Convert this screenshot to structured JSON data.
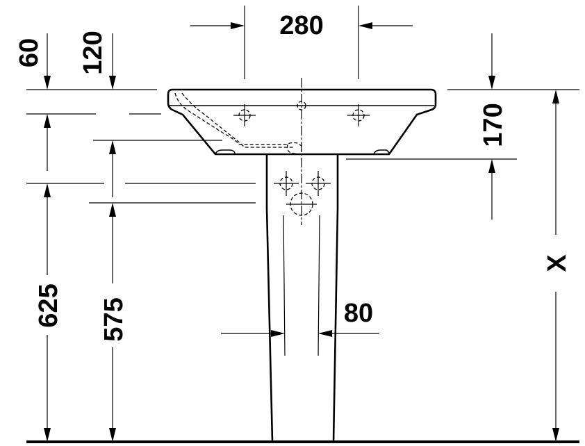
{
  "dimensions": {
    "faucet_spacing": "280",
    "top_offset_60": "60",
    "top_offset_120": "120",
    "basin_depth": "170",
    "height_x": "X",
    "height_625": "625",
    "height_575": "575",
    "pedestal_gap": "80"
  }
}
